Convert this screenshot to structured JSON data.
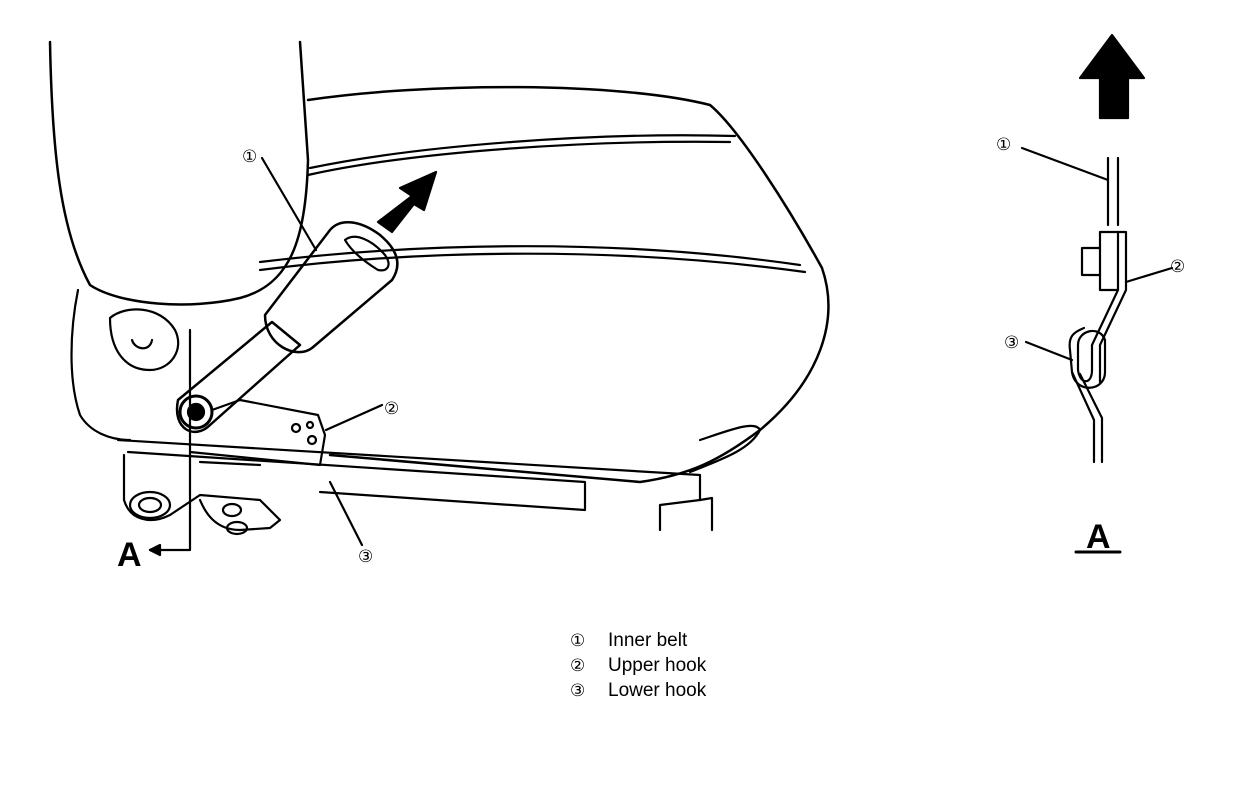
{
  "callouts": {
    "c1": "①",
    "c2": "②",
    "c3": "③"
  },
  "view_label": "A",
  "legend": [
    {
      "num": "①",
      "text": "Inner belt"
    },
    {
      "num": "②",
      "text": "Upper hook"
    },
    {
      "num": "③",
      "text": "Lower hook"
    }
  ],
  "colors": {
    "line": "#000000",
    "background": "#ffffff"
  }
}
